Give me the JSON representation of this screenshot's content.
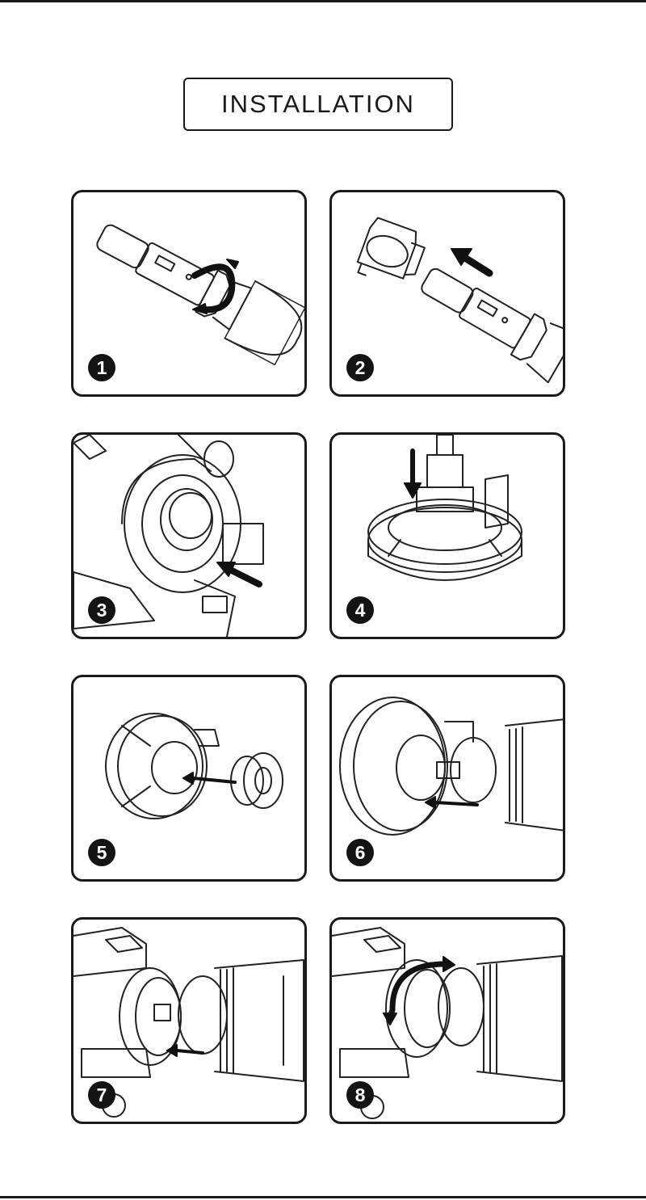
{
  "title": "INSTALLATION",
  "steps": [
    {
      "number": "1",
      "illustration": "twist-bulb-illustration"
    },
    {
      "number": "2",
      "illustration": "remove-adapter-illustration"
    },
    {
      "number": "3",
      "illustration": "headlight-socket-illustration"
    },
    {
      "number": "4",
      "illustration": "insert-adapter-illustration"
    },
    {
      "number": "5",
      "illustration": "seal-ring-illustration"
    },
    {
      "number": "6",
      "illustration": "attach-bulb-illustration"
    },
    {
      "number": "7",
      "illustration": "insert-bulb-illustration"
    },
    {
      "number": "8",
      "illustration": "lock-bulb-illustration"
    }
  ]
}
